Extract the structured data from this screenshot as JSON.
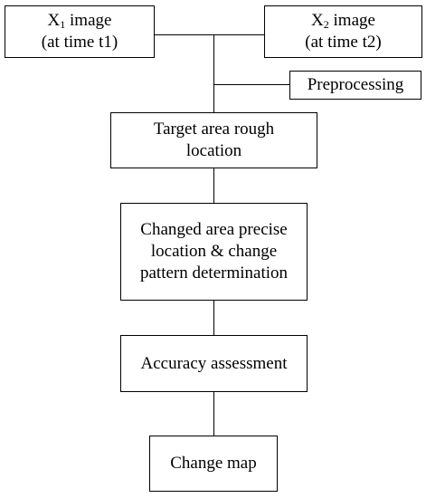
{
  "nodes": {
    "x1_image": {
      "prefix": "X",
      "subscript": "1",
      "line1_suffix": " image",
      "line2": "(at time t1)"
    },
    "x2_image": {
      "prefix": "X",
      "subscript": "2",
      "line1_suffix": " image",
      "line2": "(at time t2)"
    },
    "preprocessing": {
      "label": "Preprocessing"
    },
    "target_area": {
      "label": "Target area rough location"
    },
    "changed_area": {
      "label": "Changed area precise location & change pattern determination"
    },
    "accuracy": {
      "label": "Accuracy assessment"
    },
    "change_map": {
      "label": "Change map"
    }
  }
}
